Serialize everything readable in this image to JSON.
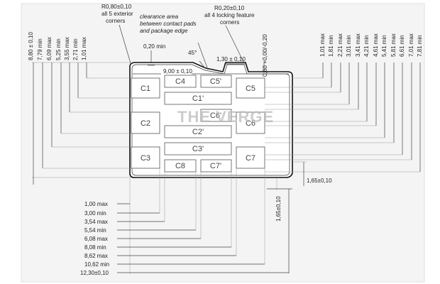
{
  "notes": {
    "corner_radius": "R0,80±0,10",
    "corner_radius_sub1": "all 5 exterior",
    "corner_radius_sub2": "corners",
    "clearance_1": "clearance area",
    "clearance_2": "between contact pads",
    "clearance_3": "and package edge",
    "locking_radius": "R0,20±0,10",
    "locking_sub1": "all 4 locking feature",
    "locking_sub2": "corners",
    "clearance_min": "0,20 min",
    "angle": "45°",
    "notch_width": "1,30 ± 0,10",
    "notch_depth": "0,60 +0,00/-0,20",
    "inner_width": "9,00 ± 0,10",
    "bottom_notch": "1,65±0,10",
    "bottom_notch_v": "1,65±0,10"
  },
  "watermark": "THE VERGE",
  "pads": [
    "C1",
    "C4",
    "C5'",
    "C5",
    "C1'",
    "C2",
    "C6'",
    "C6",
    "C2'",
    "C3",
    "C3'",
    "C7",
    "C8",
    "C7'"
  ],
  "left_dims": [
    "8,80 ± 0,10",
    "7,79 min",
    "6,09 max",
    "5,25 min",
    "3,55 max",
    "2,71 min",
    "1,01 max"
  ],
  "right_dims": [
    "1,01 max",
    "1,81 min",
    "2,21 max",
    "3,01 min",
    "3,41 max",
    "4,21 min",
    "4,61 max",
    "5,41 min",
    "5,81 max",
    "6,61 min",
    "7,01 max",
    "7,81 min"
  ],
  "bottom_dims": [
    "1,00 max",
    "3,00 min",
    "3,54 max",
    "5,54 min",
    "6,08 max",
    "8,08 min",
    "8,62 max",
    "10,62 min",
    "12,30±0,10"
  ]
}
